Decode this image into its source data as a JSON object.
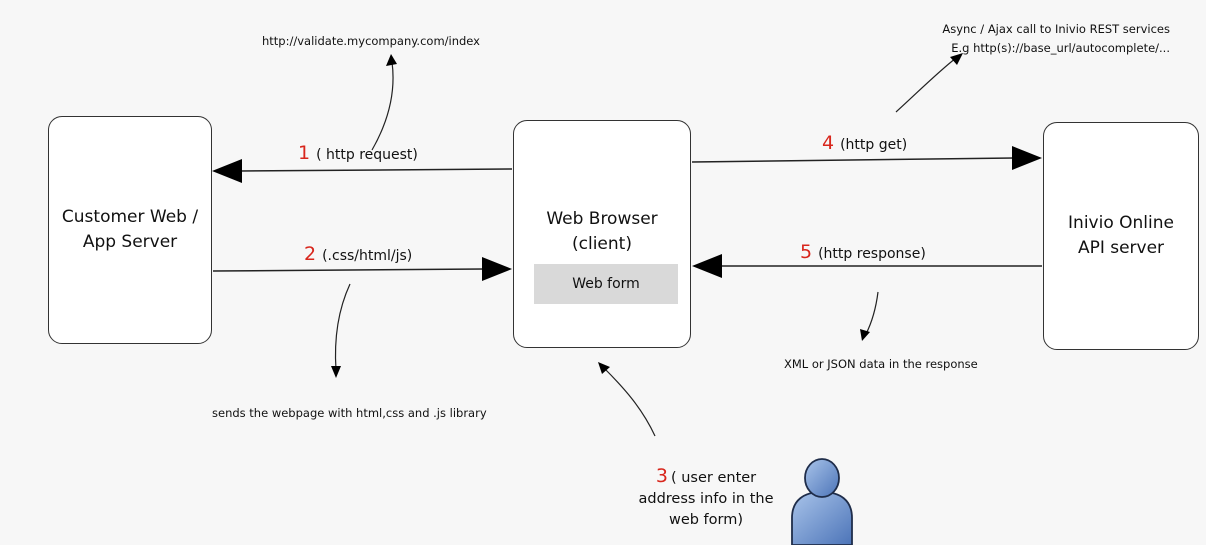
{
  "nodes": {
    "customer_server": "Customer Web /\nApp Server",
    "web_browser": "Web Browser\n(client)",
    "web_form": "Web form",
    "api_server": "Inivio Online\nAPI server"
  },
  "flows": [
    {
      "num": "1",
      "label": "( http request)"
    },
    {
      "num": "2",
      "label": "(.css/html/js)"
    },
    {
      "num": "4",
      "label": "(http get)"
    },
    {
      "num": "5",
      "label": "(http response)"
    }
  ],
  "user_step": {
    "num": "3",
    "text_line1": "( user enter",
    "text_line2": "address info in the",
    "text_line3": "web form)"
  },
  "notes": {
    "validate_url": "http://validate.mycompany.com/index",
    "async_line1": "Async / Ajax call to Inivio REST services",
    "async_line2": "E.g http(s)://base_url/autocomplete/...",
    "sends_webpage": "sends the webpage with html,css and .js library",
    "xml_json": "XML or JSON data in the response"
  }
}
